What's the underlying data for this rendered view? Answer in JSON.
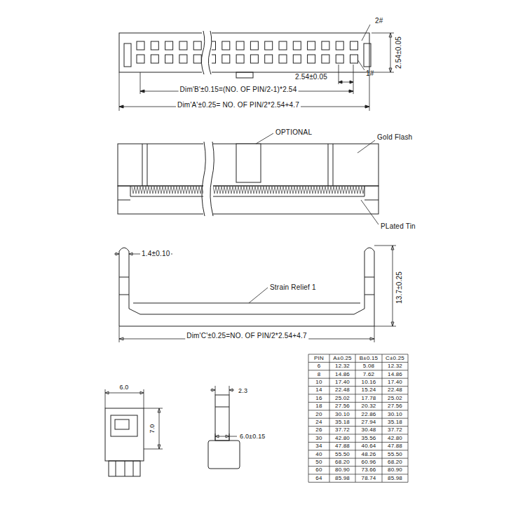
{
  "diagram": {
    "labels": [
      "2#",
      "2.54±0.05",
      "1#",
      "Dim'B'±0.15=(NO. OF PIN/2-1)*2.54",
      "Dim'A'±0.25= NO. OF PIN/2*2.54+4.7",
      "2.54±0.05",
      "OPTIONAL",
      "Gold Flash",
      "PLated Tin",
      "1.4±0.10",
      "Strain Relief 1",
      "13.7±0.25",
      "Dim'C'±0.25=NO. OF PIN/2*2.54+4.7",
      "6.0",
      "7.0",
      "2.3",
      "6.0±0.15",
      "PIN",
      "A±0.25",
      "B±0.15",
      "C±0.25",
      "6",
      "12.32",
      "5.08",
      "12.32",
      "8",
      "14.86",
      "7.62",
      "14.86",
      "10",
      "17.40",
      "10.16",
      "17.40",
      "14",
      "22.48",
      "15.24",
      "22.48",
      "16",
      "25.02",
      "17.78",
      "25.02",
      "18",
      "27.56",
      "20.32",
      "27.56",
      "20",
      "30.10",
      "22.86",
      "30.10",
      "24",
      "35.18",
      "27.94",
      "35.18",
      "26",
      "37.72",
      "30.48",
      "37.72",
      "30",
      "42.80",
      "35.56",
      "42.80",
      "34",
      "47.88",
      "40.64",
      "47.88",
      "40",
      "55.50",
      "48.26",
      "55.50",
      "50",
      "68.20",
      "60.96",
      "68.20",
      "60",
      "80.90",
      "73.66",
      "80.90",
      "64",
      "85.98",
      "78.74",
      "85.98"
    ]
  }
}
